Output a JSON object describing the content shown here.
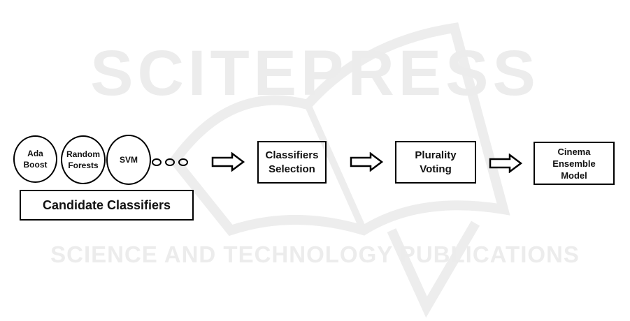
{
  "watermark": {
    "title": "SCITEPRESS",
    "subtitle": "SCIENCE AND TECHNOLOGY PUBLICATIONS"
  },
  "classifiers": [
    {
      "label": "Ada\nBoost"
    },
    {
      "label": "Random\nForests"
    },
    {
      "label": "SVM"
    }
  ],
  "candidate_label": "Candidate Classifiers",
  "steps": [
    {
      "label": "Classifiers\nSelection"
    },
    {
      "label": "Plurality\nVoting"
    },
    {
      "label": "Cinema\nEnsemble\nModel"
    }
  ]
}
